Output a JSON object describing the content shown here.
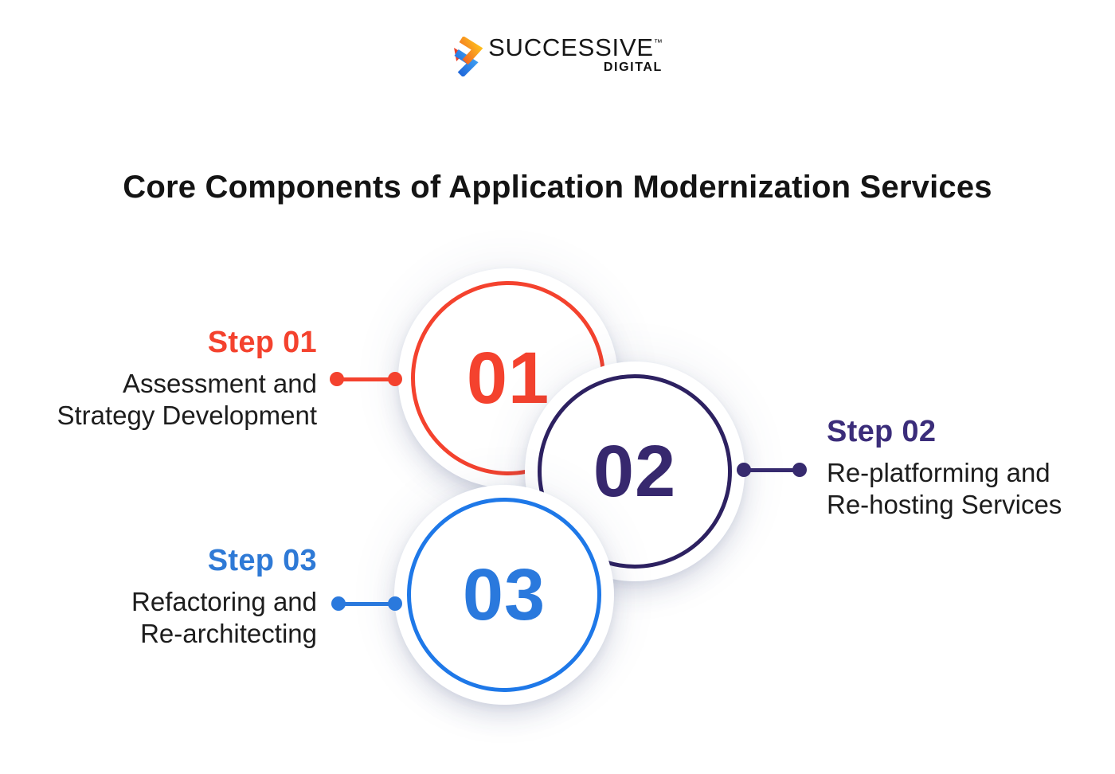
{
  "logo": {
    "brand": "SUCCESSIVE",
    "trademark": "™",
    "subbrand": "DIGITAL",
    "icon": "successive-s-chevrons-icon"
  },
  "title": "Core Components of Application Modernization Services",
  "steps": [
    {
      "number": "01",
      "label": "Step 01",
      "description": "Assessment and Strategy Development",
      "desc_line1": "Assessment and",
      "desc_line2": "Strategy Development",
      "accent": "#f4422e",
      "ring_color": "#f4422e",
      "label_side": "left"
    },
    {
      "number": "02",
      "label": "Step 02",
      "description": "Re-platforming and Re-hosting Services",
      "desc_line1": "Re-platforming and",
      "desc_line2": "Re-hosting Services",
      "accent": "#37286e",
      "ring_color": "#2d2161",
      "label_side": "right"
    },
    {
      "number": "03",
      "label": "Step 03",
      "description": "Refactoring and Re-architecting",
      "desc_line1": "Refactoring and",
      "desc_line2": "Re-architecting",
      "accent": "#2a79dd",
      "ring_color": "#1e78e8",
      "label_side": "left"
    }
  ],
  "colors": {
    "background": "#ffffff",
    "title_text": "#141414",
    "body_text": "#1d1d1d",
    "step1_accent": "#f4422e",
    "step2_accent": "#37286e",
    "step2_ring": "#2d2161",
    "step3_accent": "#2a79dd",
    "logo_orange": "#f9a11b",
    "logo_red": "#e8402a",
    "logo_blue": "#2178e0"
  }
}
